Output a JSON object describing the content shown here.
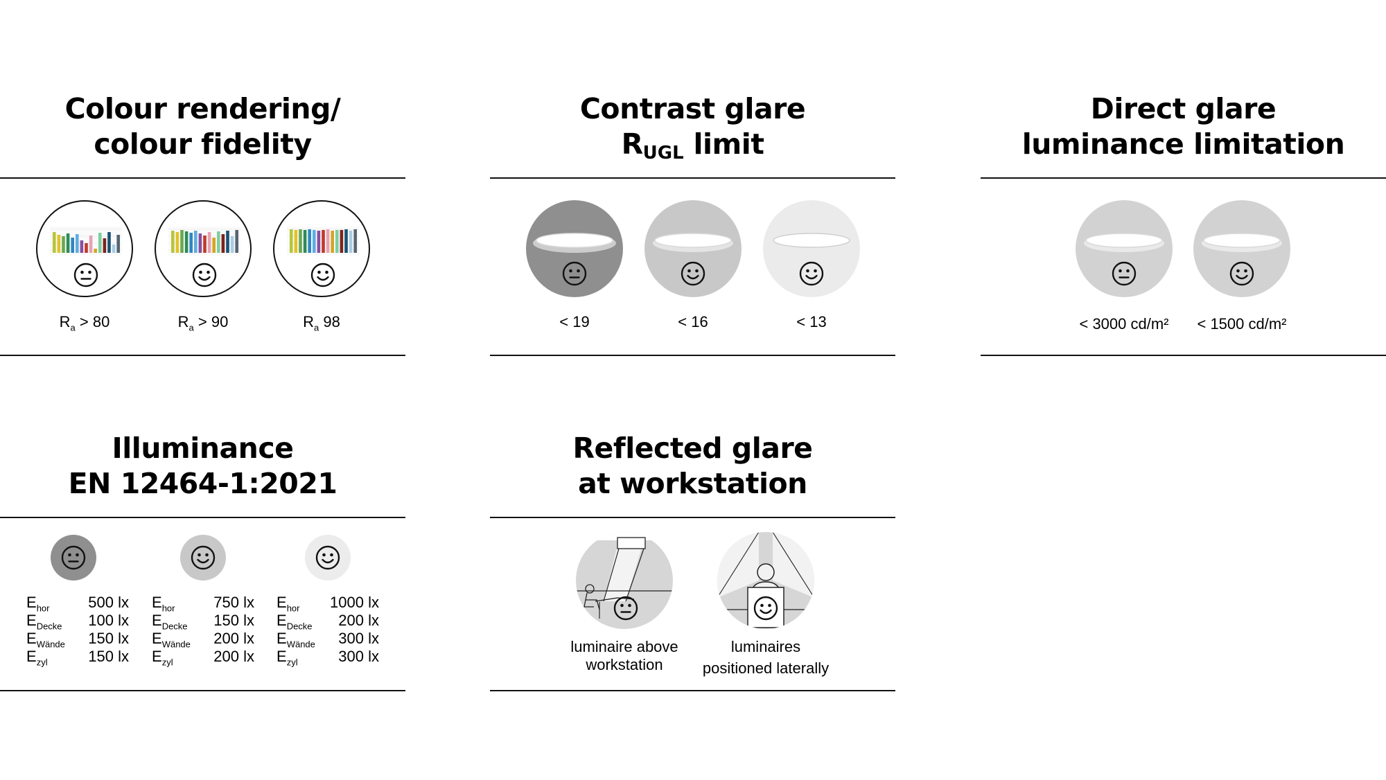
{
  "colors": {
    "rule": "#111111",
    "light_gray": "#d4d4d4",
    "mid_gray": "#c4c4c4",
    "dark_gray": "#909090",
    "very_light": "#ececec",
    "bar_palette": [
      "#b7c63a",
      "#e1c22a",
      "#6aa84f",
      "#2e8b57",
      "#2e86c1",
      "#5dade2",
      "#884ea0",
      "#c0392b",
      "#e6a2b4",
      "#d3a625",
      "#7dcea0",
      "#7b241c",
      "#1a5276",
      "#a9cce3",
      "#566573"
    ]
  },
  "panels": {
    "colour": {
      "title_line1": "Colour rendering/",
      "title_line2": "colour fidelity",
      "items": [
        {
          "sym": "R",
          "sub": "a",
          "value": "> 80",
          "face": "neutral-face-icon"
        },
        {
          "sym": "R",
          "sub": "a",
          "value": "> 90",
          "face": "smile-face-icon"
        },
        {
          "sym": "R",
          "sub": "a",
          "value": "98",
          "face": "smile-face-icon"
        }
      ]
    },
    "contrast": {
      "title_line1": "Contrast glare",
      "title_line2_main": "R",
      "title_line2_sub": "UGL",
      "title_line2_rest": " limit",
      "items": [
        {
          "value": "< 19",
          "bg": "#8f8f8f",
          "face": "neutral-face-icon"
        },
        {
          "value": "< 16",
          "bg": "#c8c8c8",
          "face": "smile-face-icon"
        },
        {
          "value": "< 13",
          "bg": "#ebebeb",
          "face": "smile-face-icon"
        }
      ]
    },
    "direct": {
      "title_line1": "Direct glare",
      "title_line2": "luminance limitation",
      "items": [
        {
          "value": "< 3000 cd/m²",
          "bg": "#d2d2d2",
          "face": "neutral-face-icon"
        },
        {
          "value": "< 1500 cd/m²",
          "bg": "#d2d2d2",
          "face": "smile-face-icon"
        }
      ]
    },
    "illuminance": {
      "title_line1": "Illuminance",
      "title_line2": "EN 12464-1:2021",
      "groups": [
        {
          "bg": "#8f8f8f",
          "face": "neutral-face-icon",
          "rows": [
            {
              "sym": "E",
              "sub": "hor",
              "value": "500 lx"
            },
            {
              "sym": "E",
              "sub": "Decke",
              "value": "100 lx"
            },
            {
              "sym": "E",
              "sub": "Wände",
              "value": "150 lx"
            },
            {
              "sym": "E",
              "sub": "zyl",
              "value": "150 lx"
            }
          ]
        },
        {
          "bg": "#c8c8c8",
          "face": "smile-face-icon",
          "rows": [
            {
              "sym": "E",
              "sub": "hor",
              "value": "750 lx"
            },
            {
              "sym": "E",
              "sub": "Decke",
              "value": "150 lx"
            },
            {
              "sym": "E",
              "sub": "Wände",
              "value": "200 lx"
            },
            {
              "sym": "E",
              "sub": "zyl",
              "value": "200 lx"
            }
          ]
        },
        {
          "bg": "#ececec",
          "face": "smile-face-icon",
          "rows": [
            {
              "sym": "E",
              "sub": "hor",
              "value": "1000 lx"
            },
            {
              "sym": "E",
              "sub": "Decke",
              "value": "200 lx"
            },
            {
              "sym": "E",
              "sub": "Wände",
              "value": "300 lx"
            },
            {
              "sym": "E",
              "sub": "zyl",
              "value": "300 lx"
            }
          ]
        }
      ]
    },
    "reflected": {
      "title_line1": "Reflected glare",
      "title_line2": "at workstation",
      "items": [
        {
          "line1": "luminaire above",
          "line2": "workstation",
          "face": "neutral-face-icon"
        },
        {
          "line1": "luminaires",
          "line2": "positioned laterally",
          "face": "smile-face-icon"
        }
      ]
    }
  }
}
